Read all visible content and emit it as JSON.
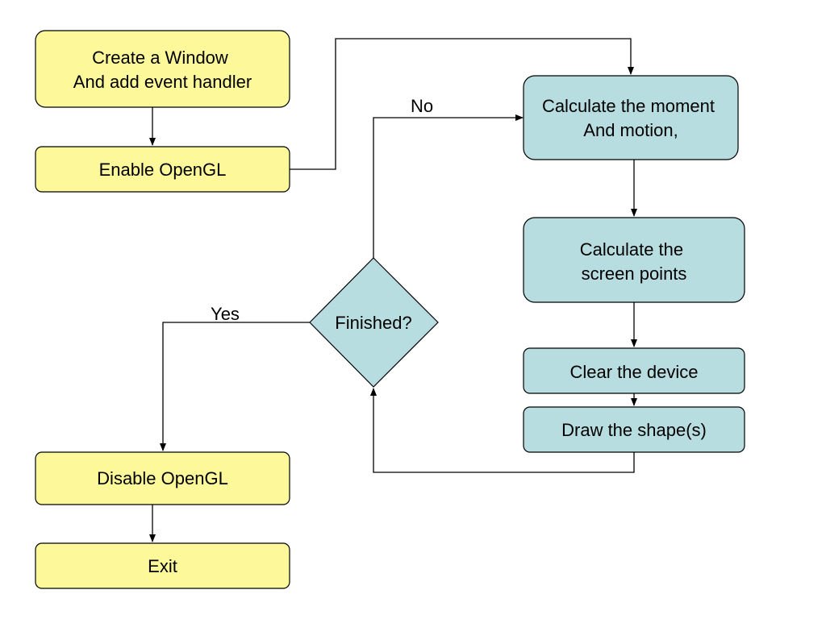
{
  "colors": {
    "terminal_fill": "#fdf89a",
    "process_fill": "#b7dde1",
    "stroke": "#000000"
  },
  "nodes": {
    "create_window": {
      "lines": [
        "Create a Window",
        "And add event handler"
      ]
    },
    "enable_opengl": {
      "lines": [
        "Enable OpenGL"
      ]
    },
    "calc_moment": {
      "lines": [
        "Calculate the moment",
        "And motion,"
      ]
    },
    "calc_points": {
      "lines": [
        "Calculate the",
        "screen points"
      ]
    },
    "clear_device": {
      "lines": [
        "Clear the device"
      ]
    },
    "draw_shapes": {
      "lines": [
        "Draw the shape(s)"
      ]
    },
    "finished": {
      "lines": [
        "Finished?"
      ]
    },
    "disable_opengl": {
      "lines": [
        "Disable OpenGL"
      ]
    },
    "exit": {
      "lines": [
        "Exit"
      ]
    }
  },
  "edge_labels": {
    "no": "No",
    "yes": "Yes"
  }
}
